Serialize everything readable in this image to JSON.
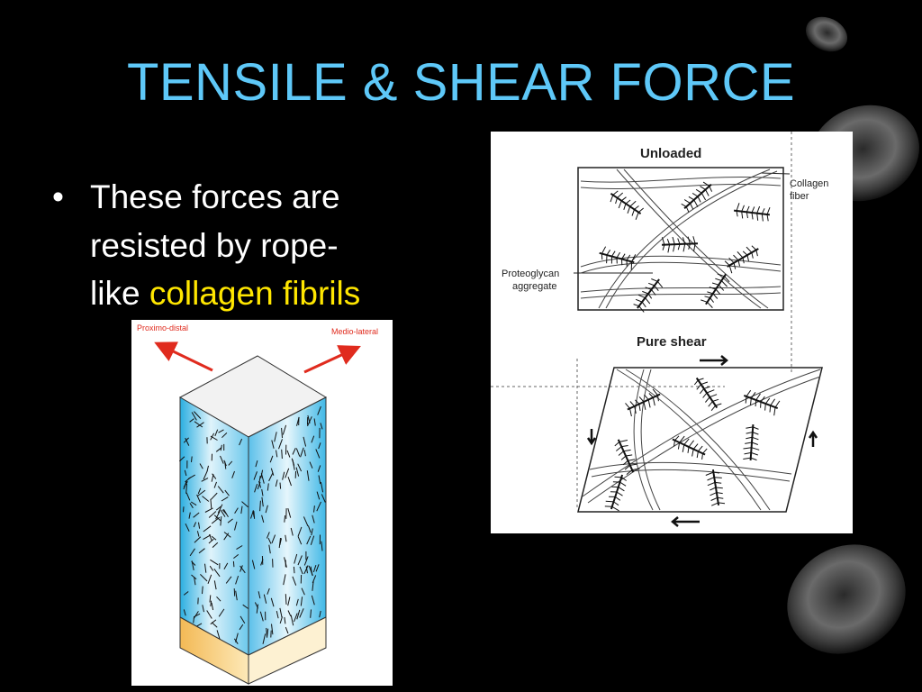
{
  "slide": {
    "title": "TENSILE & SHEAR FORCE",
    "bullet": {
      "symbol": "•",
      "lines": [
        "These forces are",
        "resisted by rope-",
        "like "
      ],
      "highlight": "collagen fibrils"
    }
  },
  "block_figure": {
    "left_label": "Proximo-distal",
    "right_label": "Medio-lateral"
  },
  "shear_figure": {
    "unloaded_label": "Unloaded",
    "collagen_label_1": "Collagen",
    "collagen_label_2": "fiber",
    "proteoglycan_label_1": "Proteoglycan",
    "proteoglycan_label_2": "aggregate",
    "shear_label": "Pure shear"
  },
  "colors": {
    "title": "#5ec8f8",
    "highlight": "#ffe600",
    "block_fill": "#39b6e6",
    "base_fill": "#f5c46a",
    "arrow": "#e02b1e"
  }
}
